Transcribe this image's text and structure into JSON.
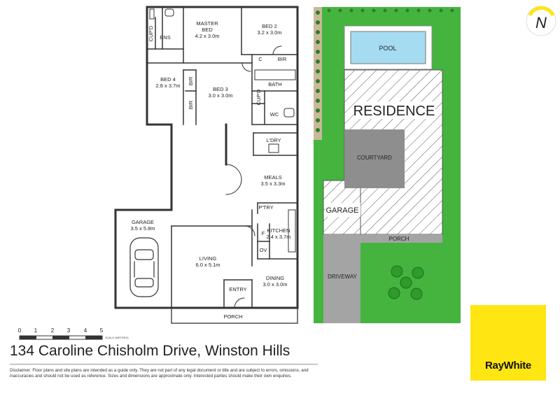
{
  "rooms": {
    "master": {
      "name": "MASTER",
      "name2": "BED",
      "dims": "4.2 x 3.0m"
    },
    "bed2": {
      "name": "BED 2",
      "dims": "3.2 x 3.0m"
    },
    "bed3": {
      "name": "BED 3",
      "dims": "3.0 x 3.0m"
    },
    "bed4": {
      "name": "BED 4",
      "dims": "2.8 x 3.7m"
    },
    "ens": "ENS",
    "cupd": "CUP'D",
    "bir": "BIR",
    "c": "C",
    "bath": "BATH",
    "wc": "WC",
    "ldry": "L'DRY",
    "meals": {
      "name": "MEALS",
      "dims": "3.5 x 3.3m"
    },
    "ptry": "P'TRY",
    "kitchen": {
      "name": "KITCHEN",
      "dims": "2.4 x 3.7m"
    },
    "f": "F",
    "ov": "OV",
    "garage": {
      "name": "GARAGE",
      "dims": "3.5 x 5.8m"
    },
    "living": {
      "name": "LIVING",
      "dims": "6.0 x 5.1m"
    },
    "dining": {
      "name": "DINING",
      "dims": "3.0 x 3.0m"
    },
    "entry": "ENTRY",
    "porch": "PORCH"
  },
  "scale": {
    "ticks": [
      "0",
      "1",
      "2",
      "3",
      "4",
      "5"
    ],
    "caption": "SCALE (METRES)"
  },
  "site": {
    "pool": "POOL",
    "residence": "RESIDENCE",
    "courtyard": "COURTYARD",
    "garage": "GARAGE",
    "porch": "PORCH",
    "driveway": "DRIVEWAY"
  },
  "compass": "N",
  "address": "134 Caroline Chisholm Drive, Winston Hills",
  "disclaimer": "Disclaimer: Floor plans and site plans are intended as a guide only. They are not part of any legal document or title and are subject to errors, omissions, and inaccuracies and should not be used as reference. Sizes and dimensions are approximate only. Interested parties should make their own enquiries.",
  "brand": "RayWhite",
  "colors": {
    "lawn": "#44B43F",
    "driveway": "#A4A4A4",
    "courtyard": "#8E8E8E",
    "pool": "#A5DCF2",
    "brand": "#FFE512"
  }
}
